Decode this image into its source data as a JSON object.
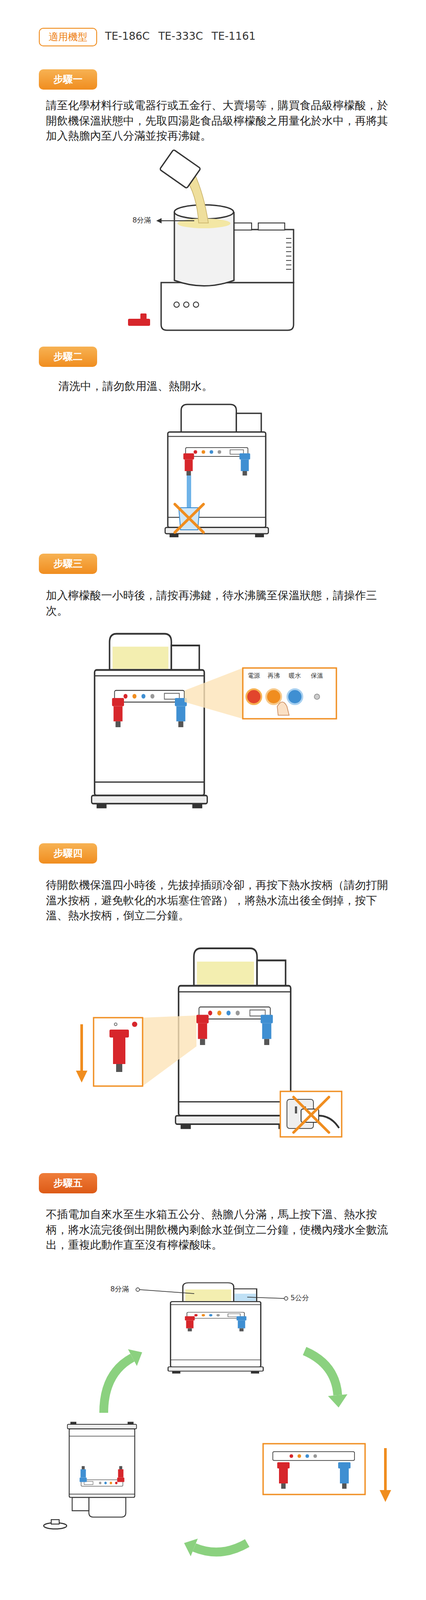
{
  "diagram": {
    "nodes": [
      {
        "text": [
          "適用機型"
        ]
      },
      {
        "text": [
          "步驟一"
        ]
      },
      {
        "text": [
          "步驟二"
        ]
      },
      {
        "text": [
          "步驟三"
        ]
      },
      {
        "text": [
          "步驟四"
        ]
      },
      {
        "text": [
          "步驟五"
        ]
      }
    ],
    "labels": [
      "TE-186C TE-333C TE-1161",
      "請至化學材料行或電器行或五金行、大賣場等，購買食品級檸檬酸，於開飲機保溫狀態中，先取四湯匙食品級檸檬酸之用量化於水中，再將其加入熱膽內至八分滿並按再沸鍵。",
      "8分滿",
      "清洗中，請勿飲用溫、熱開水。",
      "加入檸檬酸一小時後，請按再沸鍵，待水沸騰至保溫狀態，請操作三次。",
      "電源",
      "再沸",
      "暖水",
      "保溫",
      "待開飲機保溫四小時後，先拔掉插頭冷卻，再按下熱水按柄（請勿打開溫水按柄，避免軟化的水垢塞住管路），將熱水流出後全倒掉，按下溫、熱水按柄，倒立二分鐘。",
      "不插電加自來水至生水箱五公分、熱膽八分滿，馬上按下溫、熱水按柄，將水流完後倒出開飲機內剩餘水並倒立二分鐘，使機內殘水全數流出，重複此動作直至沒有檸檬酸味。",
      "8分滿",
      "5公分"
    ]
  }
}
